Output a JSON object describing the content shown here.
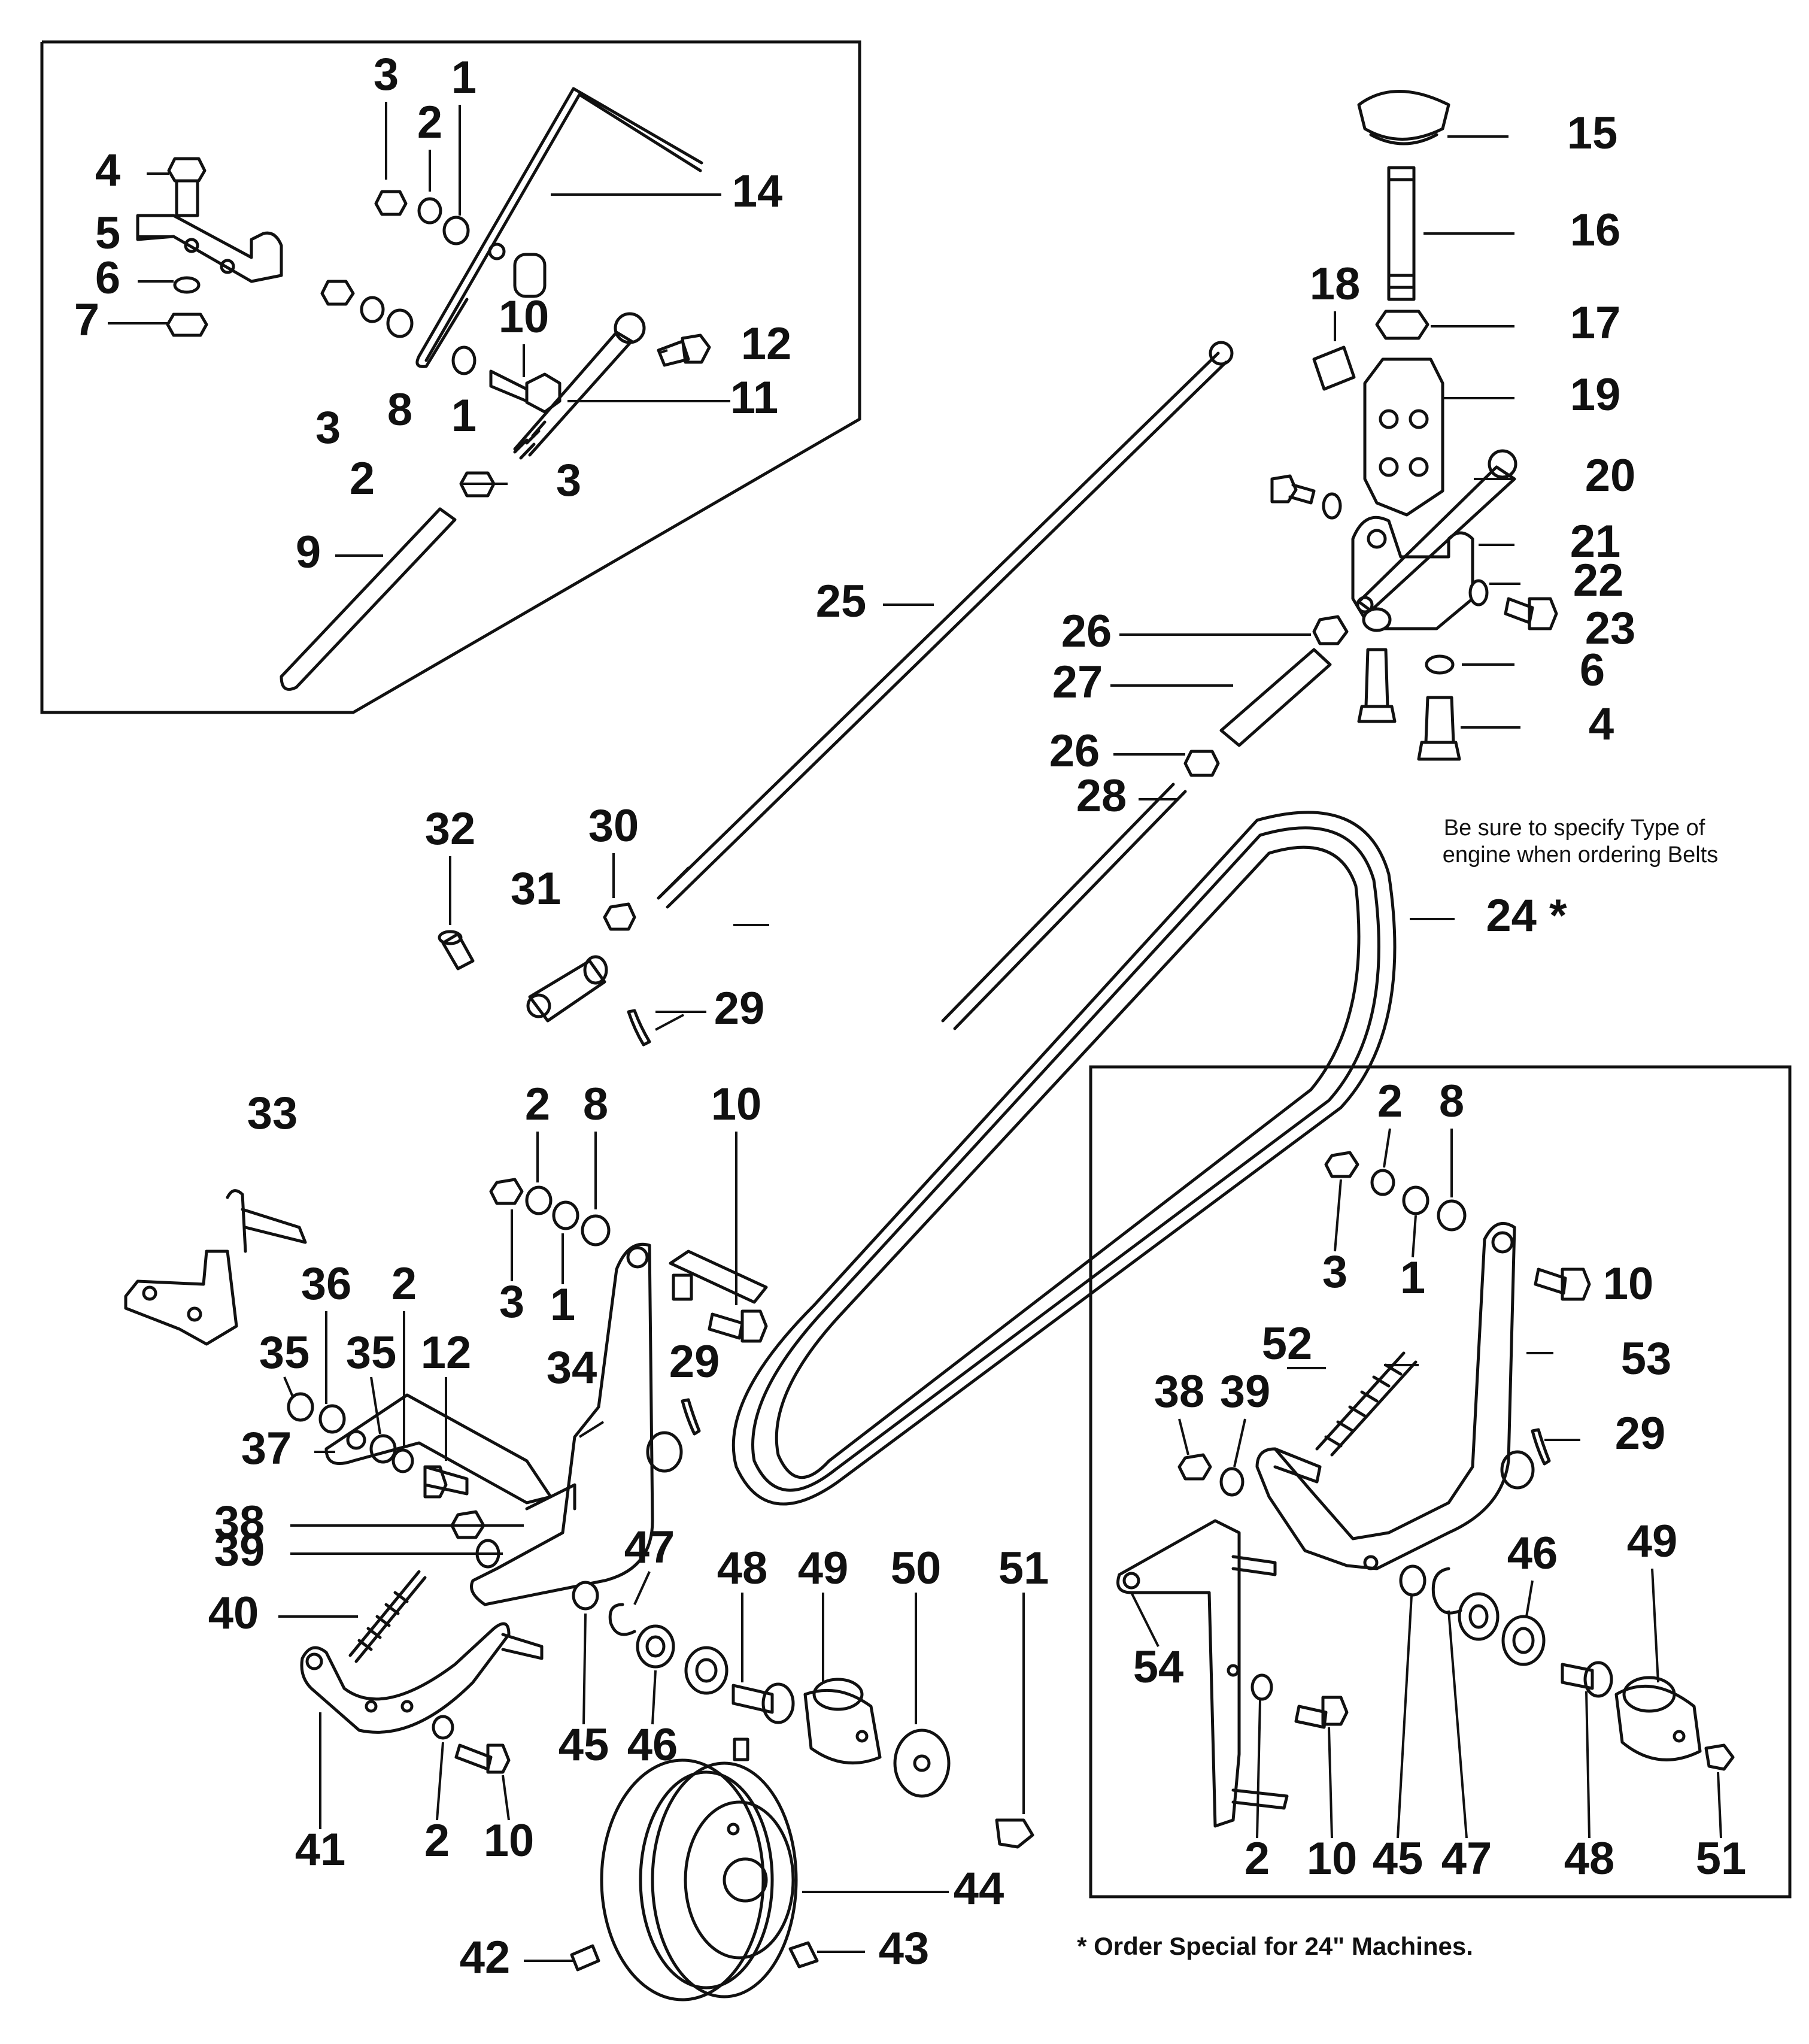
{
  "labels": {
    "l1a": "1",
    "l2a": "2",
    "l3a": "3",
    "l4a": "4",
    "l5": "5",
    "l6a": "6",
    "l7": "7",
    "l14": "14",
    "l3b": "3",
    "l8a": "8",
    "l10a": "10",
    "l12a": "12",
    "l2b": "2",
    "l1b": "1",
    "l11": "11",
    "l3c": "3",
    "l9": "9",
    "l15": "15",
    "l16": "16",
    "l18": "18",
    "l17": "17",
    "l19": "19",
    "l20": "20",
    "l21": "21",
    "l22": "22",
    "l23": "23",
    "l6b": "6",
    "l4b": "4",
    "l25": "25",
    "l26a": "26",
    "l27": "27",
    "l26b": "26",
    "l28": "28",
    "l32": "32",
    "l30": "30",
    "l31": "31",
    "l29a": "29",
    "l24": "24 *",
    "l33": "33",
    "l2c": "2",
    "l8b": "8",
    "l10b": "10",
    "l3d": "3",
    "l1c": "1",
    "l36": "36",
    "l2d": "2",
    "l35a": "35",
    "l35b": "35",
    "l12b": "12",
    "l34": "34",
    "l29b": "29",
    "l37": "37",
    "l38a": "38",
    "l39a": "39",
    "l40": "40",
    "l47a": "47",
    "l48a": "48",
    "l49a": "49",
    "l50": "50",
    "l51a": "51",
    "l41": "41",
    "l2e": "2",
    "l10c": "10",
    "l45a": "45",
    "l46a": "46",
    "l44": "44",
    "l42": "42",
    "l43": "43",
    "l2f": "2",
    "l8c": "8",
    "l3e": "3",
    "l1d": "1",
    "l10d": "10",
    "l52": "52",
    "l53": "53",
    "l38b": "38",
    "l39b": "39",
    "l29c": "29",
    "l46b": "46",
    "l49b": "49",
    "l54": "54",
    "l2g": "2",
    "l10e": "10",
    "l45b": "45",
    "l47b": "47",
    "l48b": "48",
    "l51b": "51"
  },
  "notes": {
    "belt_line1": "Be sure to specify Type of",
    "belt_line2": "engine when ordering Belts",
    "special": "* Order Special for 24\" Machines."
  }
}
